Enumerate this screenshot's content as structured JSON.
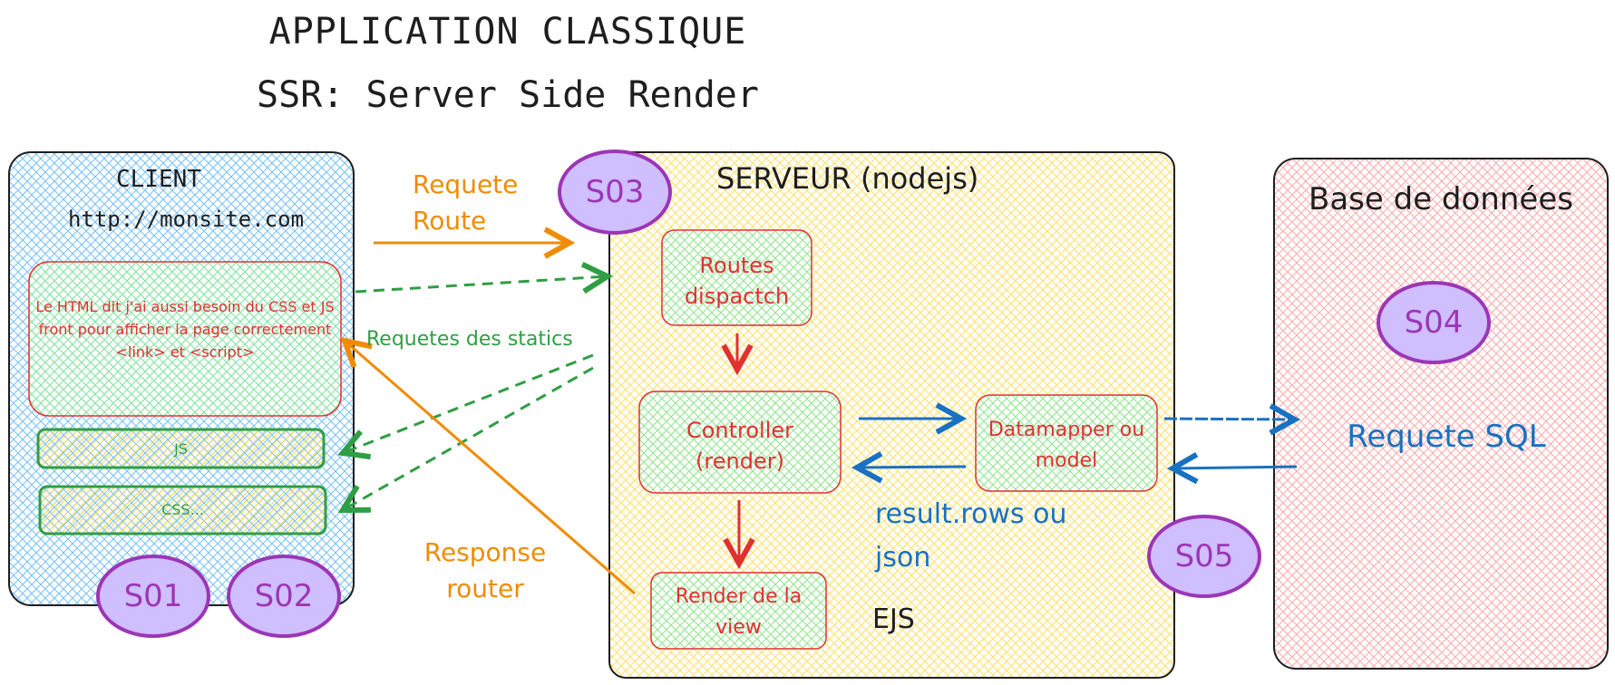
{
  "title": "APPLICATION CLASSIQUE",
  "subtitle": "SSR: Server Side Render",
  "client": {
    "title": "CLIENT",
    "url": "http://monsite.com",
    "html_note": "Le HTML dit j'ai aussi besoin du CSS et JS front pour afficher la page correctement <link> et <script>",
    "js_label": "JS",
    "css_label": "CSS..."
  },
  "server": {
    "title": "SERVEUR (nodejs)",
    "routes": "Routes dispactch",
    "controller": "Controller (render)",
    "datamapper": "Datamapper ou model",
    "render_view": "Render de la view",
    "ejs": "EJS"
  },
  "database": {
    "title": "Base de données",
    "sql": "Requete SQL"
  },
  "edges": {
    "request_route": "Requete Route",
    "statics": "Requetes des statics",
    "response": "Response router",
    "result": "result.rows ou json"
  },
  "badges": {
    "s01": "S01",
    "s02": "S02",
    "s03": "S03",
    "s04": "S04",
    "s05": "S05"
  },
  "colors": {
    "client_fill": "#a5d8ff",
    "server_fill": "#ffec99",
    "db_fill": "#ffc9c9",
    "node_fill": "#b2f2bb",
    "badge_fill": "#d0bfff",
    "orange": "#f08c00",
    "green": "#2f9e44",
    "red": "#e03131",
    "blue": "#1971c2",
    "purple": "#9c36b5"
  }
}
